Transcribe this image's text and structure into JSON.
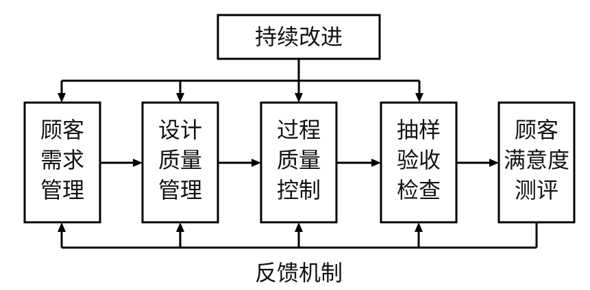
{
  "top_box": {
    "label": "持续改进"
  },
  "boxes": [
    {
      "lines": [
        "顾客",
        "需求",
        "管理"
      ]
    },
    {
      "lines": [
        "设计",
        "质量",
        "管理"
      ]
    },
    {
      "lines": [
        "过程",
        "质量",
        "控制"
      ]
    },
    {
      "lines": [
        "抽样",
        "验收",
        "检查"
      ]
    },
    {
      "lines": [
        "顾客",
        "满意度",
        "测评"
      ]
    }
  ],
  "feedback_label": "反馈机制"
}
